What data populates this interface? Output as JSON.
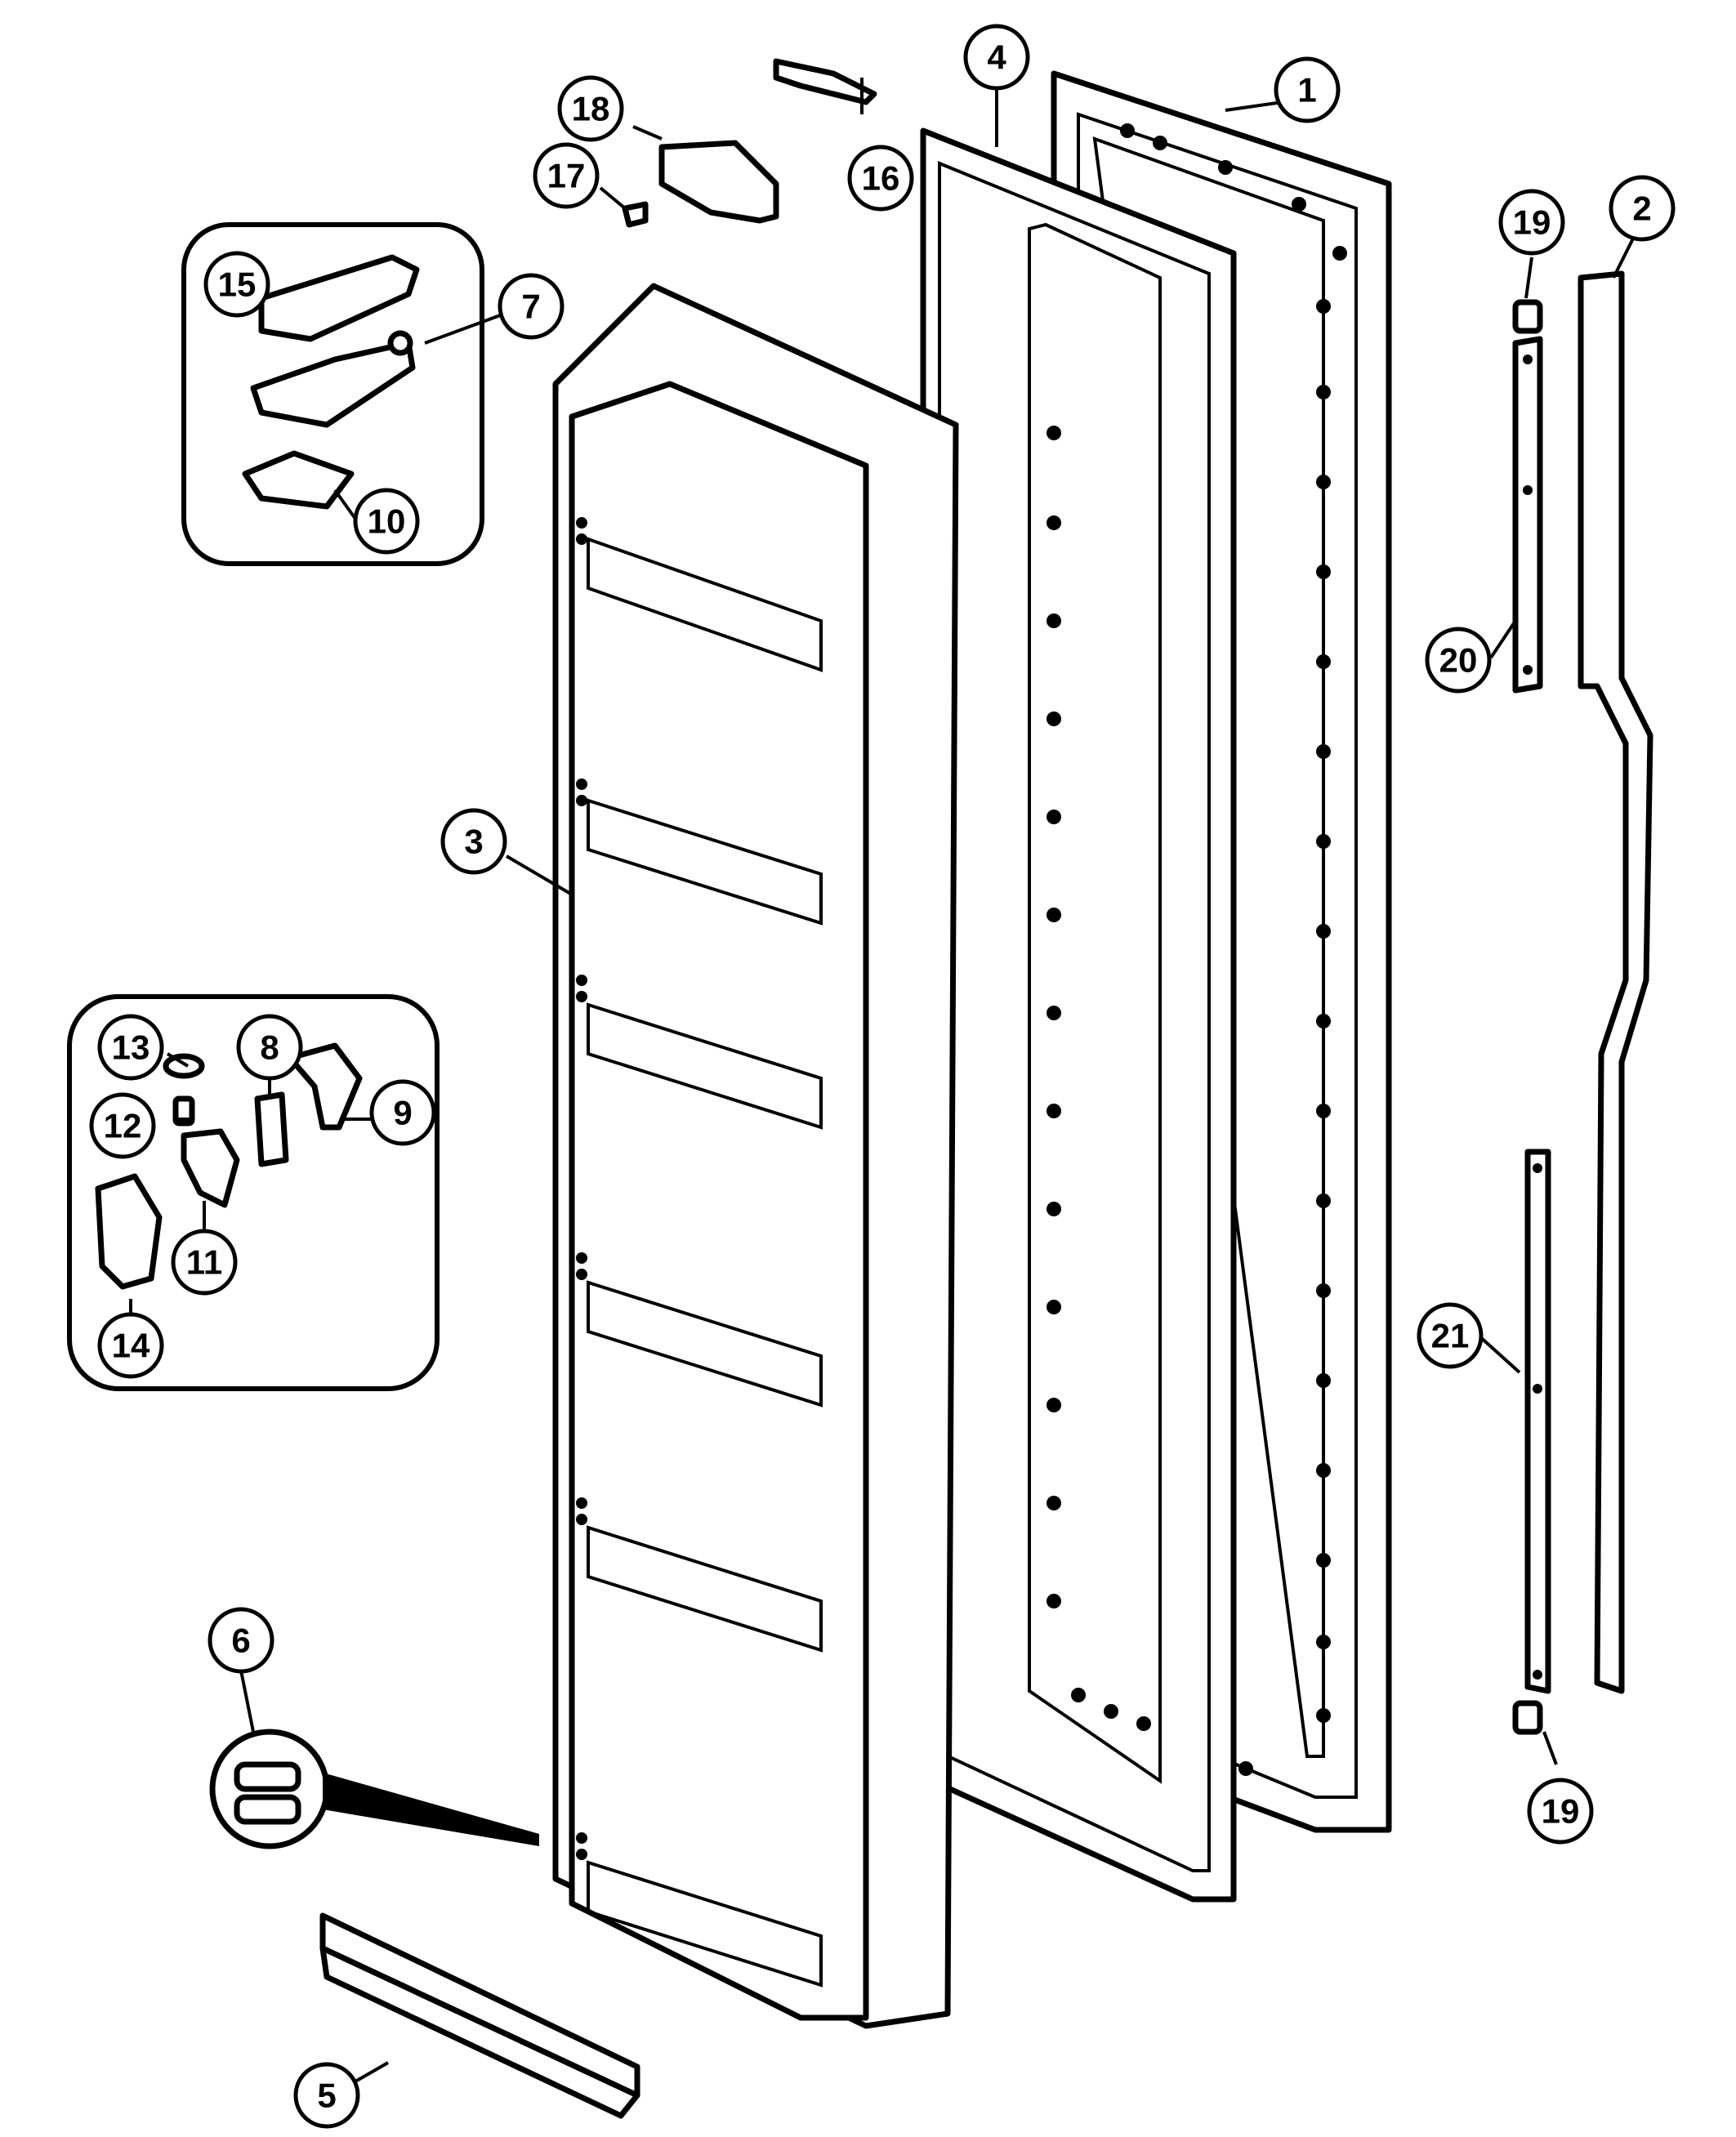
{
  "callouts": [
    {
      "id": "c1",
      "label": "1"
    },
    {
      "id": "c2",
      "label": "2"
    },
    {
      "id": "c3",
      "label": "3"
    },
    {
      "id": "c4",
      "label": "4"
    },
    {
      "id": "c5",
      "label": "5"
    },
    {
      "id": "c6",
      "label": "6"
    },
    {
      "id": "c7",
      "label": "7"
    },
    {
      "id": "c8",
      "label": "8"
    },
    {
      "id": "c9",
      "label": "9"
    },
    {
      "id": "c10",
      "label": "10"
    },
    {
      "id": "c11",
      "label": "11"
    },
    {
      "id": "c12",
      "label": "12"
    },
    {
      "id": "c13",
      "label": "13"
    },
    {
      "id": "c14",
      "label": "14"
    },
    {
      "id": "c15",
      "label": "15"
    },
    {
      "id": "c16",
      "label": "16"
    },
    {
      "id": "c17",
      "label": "17"
    },
    {
      "id": "c18",
      "label": "18"
    },
    {
      "id": "c19a",
      "label": "19"
    },
    {
      "id": "c19b",
      "label": "19"
    },
    {
      "id": "c20",
      "label": "20"
    },
    {
      "id": "c21",
      "label": "21"
    }
  ]
}
